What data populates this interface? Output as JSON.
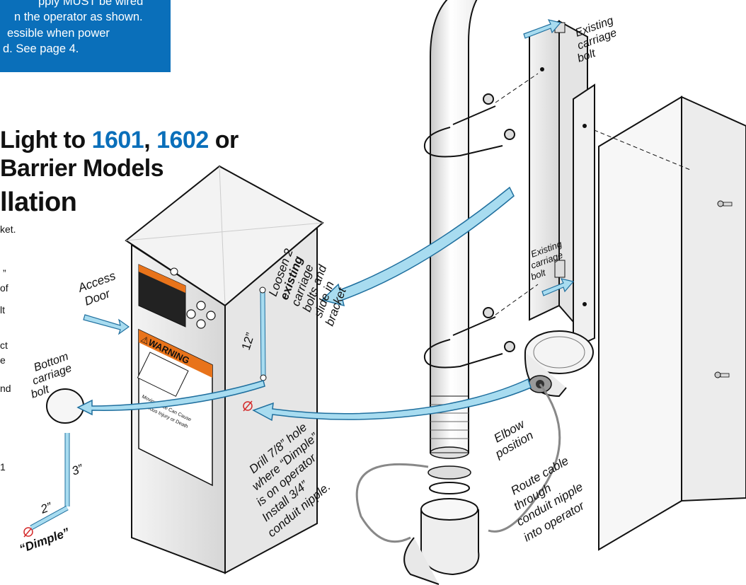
{
  "note": {
    "lines": [
      "pply MUST be wired",
      "n the operator as shown.",
      "essible when power",
      "d. See page 4."
    ]
  },
  "title": {
    "line1_a": "Light to ",
    "line1_b": "1601",
    "line1_c": ", ",
    "line1_d": "1602",
    "line1_e": " or",
    "line2": "Barrier Models",
    "line3": "llation"
  },
  "left_fragments": [
    "ket.",
    "”",
    "of",
    "lt",
    "ct",
    "e",
    "nd",
    "1"
  ],
  "callouts": {
    "access_door": [
      "Access",
      "Door"
    ],
    "bottom_bolt": [
      "Bottom",
      "carriage",
      "bolt"
    ],
    "dim_3": "3”",
    "dim_2": "2”",
    "dimple": "“Dimple”",
    "dim_12": "12”",
    "loosen": [
      "Loosen 2",
      "existing",
      "carriage",
      "bolts and",
      "slide in",
      "bracket"
    ],
    "drill": [
      "Drill 7/8” hole",
      "where “Dimple”",
      "is on operator.",
      "Install 3/4”",
      "conduit nipple."
    ],
    "existing_top": [
      "Existing",
      "carriage",
      "bolt"
    ],
    "existing_mid": [
      "Existing",
      "carriage",
      "bolt"
    ],
    "elbow": [
      "Elbow",
      "position"
    ],
    "route": [
      "Route cable",
      "through",
      "conduit nipple",
      "into operator"
    ]
  },
  "warning": {
    "header": "⚠WARNING",
    "body": [
      "Moving Gate Can Cause",
      "Serious Injury or Death"
    ]
  },
  "colors": {
    "accent_blue": "#0a6fba",
    "arrow_fill": "#a8dcf0",
    "arrow_stroke": "#1f6f9e",
    "warning_orange": "#e8731a",
    "dimple_red": "#d42a2a"
  }
}
